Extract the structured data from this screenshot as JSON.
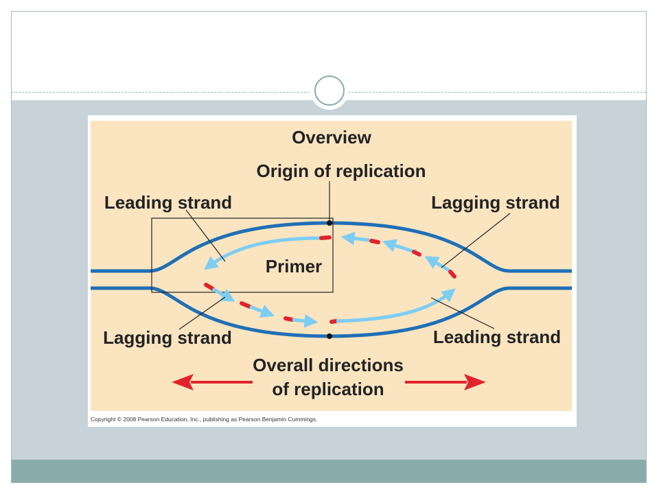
{
  "slide": {
    "accent_color": "#8aabab",
    "band_color": "#c7d3d8"
  },
  "diagram": {
    "title": "Overview",
    "labels": {
      "origin": "Origin of replication",
      "leading_strand_top_left": "Leading strand",
      "lagging_strand_top_right": "Lagging strand",
      "primer": "Primer",
      "lagging_strand_bottom_left": "Lagging strand",
      "leading_strand_bottom_right": "Leading strand",
      "overall_line1": "Overall directions",
      "overall_line2": "of replication"
    },
    "copyright": "Copyright © 2008 Pearson Education, Inc., publishing as Pearson Benjamin Cummings.",
    "colors": {
      "background": "#fbe5c1",
      "parental_strand": "#1f6fb6",
      "new_strand": "#7dcdf3",
      "primer": "#e0242b",
      "arrow": "#e0242b"
    }
  }
}
